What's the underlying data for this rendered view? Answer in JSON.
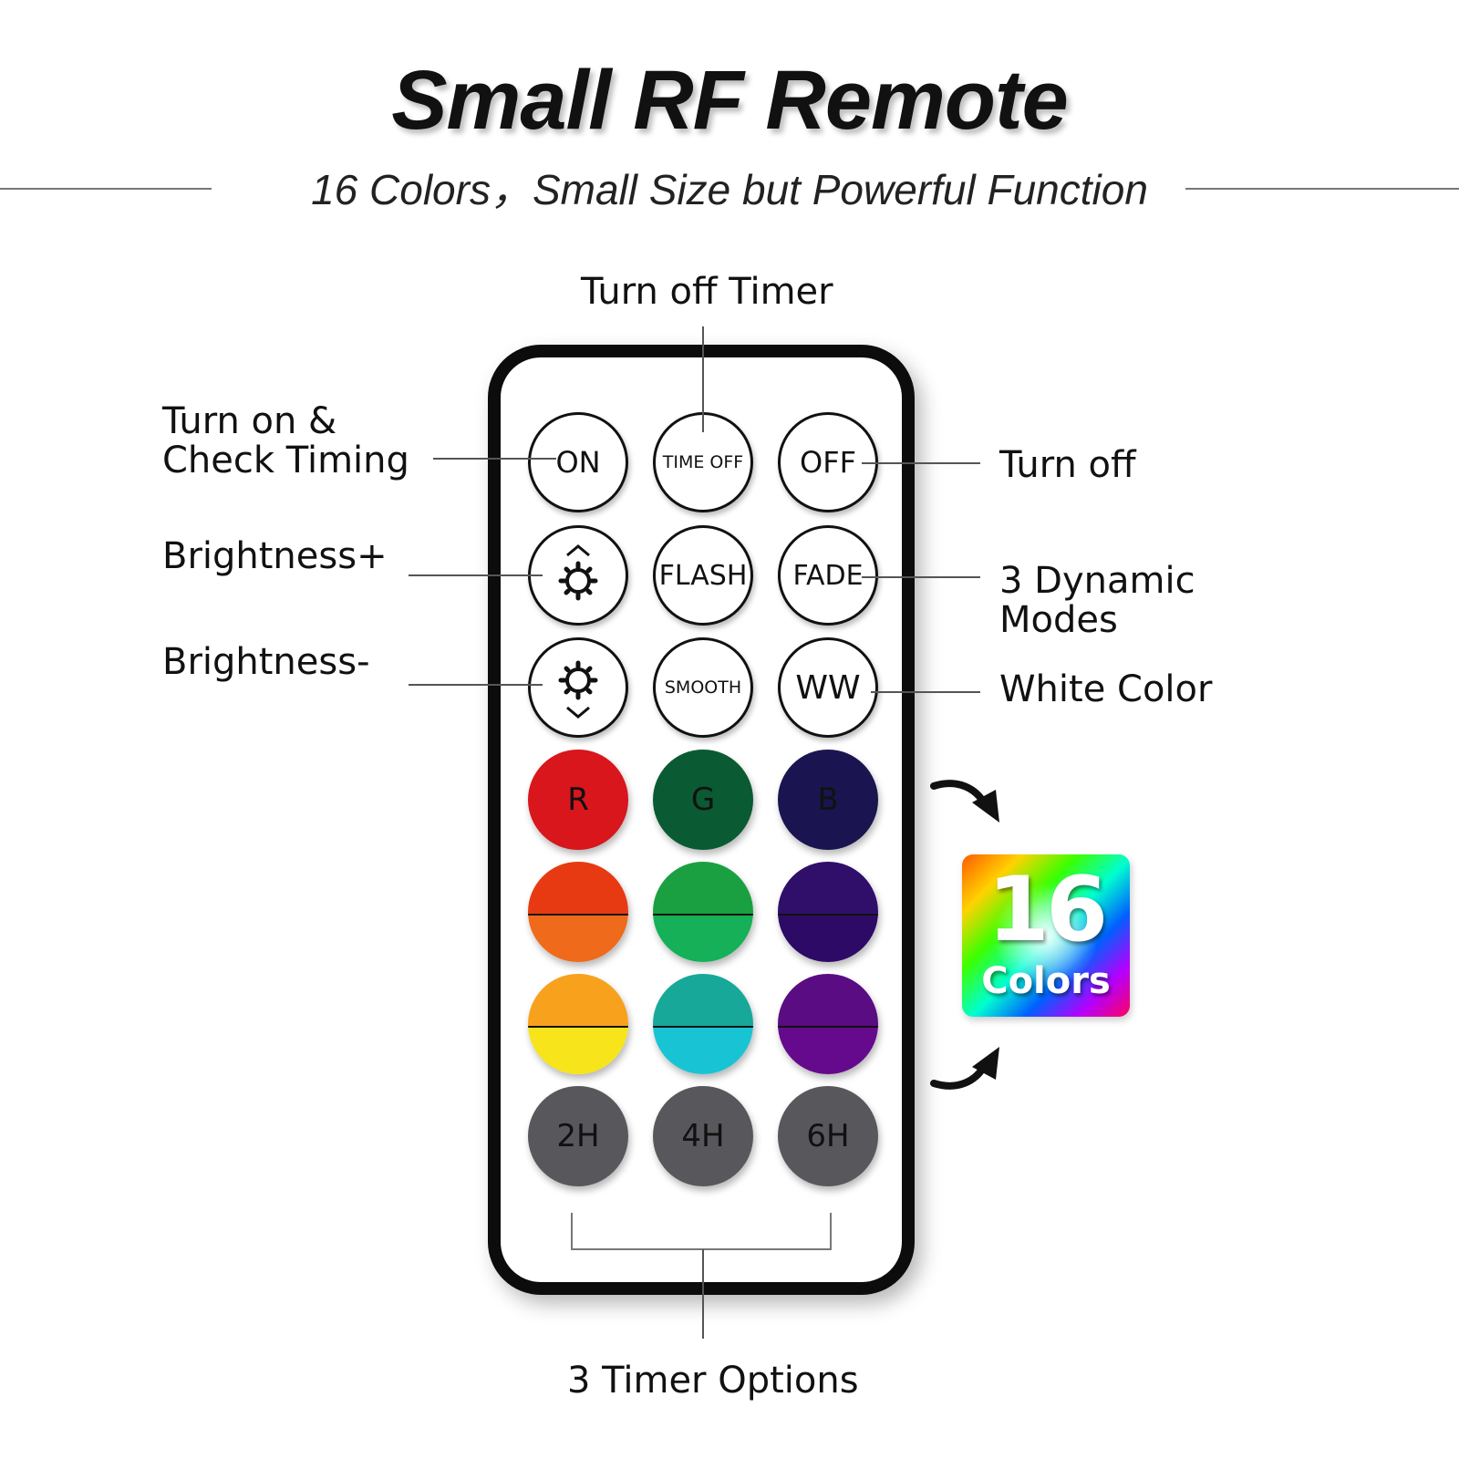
{
  "header": {
    "title": "Small RF Remote",
    "subtitle": "16 Colors，Small Size but Powerful Function"
  },
  "callouts": {
    "turn_off_timer": "Turn off Timer",
    "turn_on_line1": "Turn on &",
    "turn_on_line2": "Check Timing",
    "brightness_plus": "Brightness+",
    "brightness_minus": "Brightness-",
    "turn_off": "Turn off",
    "dynamic_line1": "3 Dynamic",
    "dynamic_line2": "Modes",
    "white_color": "White Color",
    "timer_options": "3 Timer Options"
  },
  "badge": {
    "number": "16",
    "word": "Colors"
  },
  "remote": {
    "row1": [
      "ON",
      "TIME OFF",
      "OFF"
    ],
    "row2": {
      "icon": "brightness-up-icon",
      "flash": "FLASH",
      "fade": "FADE"
    },
    "row3": {
      "icon": "brightness-down-icon",
      "smooth": "SMOOTH",
      "ww": "WW"
    },
    "row4": [
      "R",
      "G",
      "B"
    ],
    "timers": [
      "2H",
      "4H",
      "6H"
    ]
  },
  "colors": {
    "red": "#d8161c",
    "green": "#0a5a33",
    "blue": "#1a1550",
    "row5": [
      [
        "#e83a12",
        "#ef6a1a"
      ],
      [
        "#1aa040",
        "#15b057"
      ],
      [
        "#2f0f6a",
        "#2c0a66"
      ]
    ],
    "row6": [
      [
        "#f7a11d",
        "#f7e41a"
      ],
      [
        "#17a89a",
        "#18c4d4"
      ],
      [
        "#5a0c82",
        "#650a8c"
      ]
    ],
    "timer_gray": "#58585c"
  }
}
